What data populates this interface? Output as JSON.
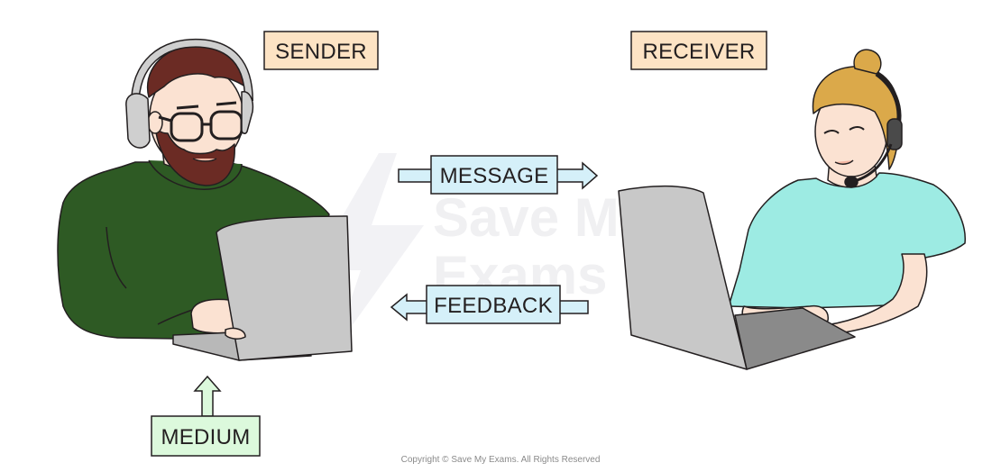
{
  "labels": {
    "sender": "SENDER",
    "receiver": "RECEIVER",
    "message": "MESSAGE",
    "feedback": "FEEDBACK",
    "medium": "MEDIUM"
  },
  "watermark": {
    "line1": "Save My",
    "line2": "Exams"
  },
  "copyright": "Copyright © Save My Exams. All Rights Reserved",
  "colors": {
    "sender_label_bg": "#fde3c4",
    "receiver_label_bg": "#fde3c4",
    "message_bg": "#d5f0f9",
    "feedback_bg": "#d5f0f9",
    "medium_bg": "#dcf9dc",
    "sweater": "#2e5a24",
    "shirt": "#9debe3",
    "laptop": "#c8c8c8",
    "skin": "#fbe2d2",
    "hair_sender": "#6b2b24",
    "hair_receiver": "#dba94a"
  }
}
